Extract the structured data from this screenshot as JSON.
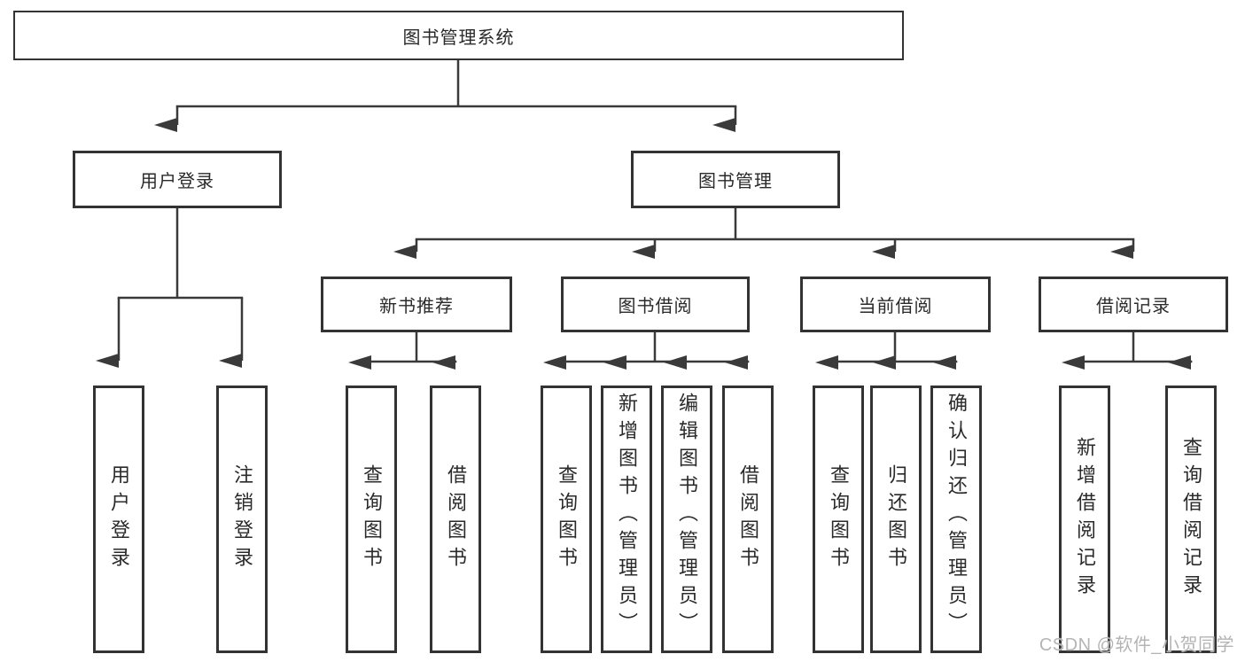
{
  "diagram": {
    "root": {
      "label": "图书管理系统"
    },
    "level2": [
      {
        "label": "用户登录"
      },
      {
        "label": "图书管理"
      }
    ],
    "level3": [
      {
        "label": "新书推荐"
      },
      {
        "label": "图书借阅"
      },
      {
        "label": "当前借阅"
      },
      {
        "label": "借阅记录"
      }
    ],
    "leaves": [
      {
        "label": "用户登录",
        "parent": "用户登录"
      },
      {
        "label": "注销登录",
        "parent": "用户登录"
      },
      {
        "label": "查询图书",
        "parent": "新书推荐"
      },
      {
        "label": "借阅图书",
        "parent": "新书推荐"
      },
      {
        "label": "查询图书",
        "parent": "图书借阅"
      },
      {
        "label": "新增图书（管理员）",
        "parent": "图书借阅"
      },
      {
        "label": "编辑图书（管理员）",
        "parent": "图书借阅"
      },
      {
        "label": "借阅图书",
        "parent": "图书借阅"
      },
      {
        "label": "查询图书",
        "parent": "当前借阅"
      },
      {
        "label": "归还图书",
        "parent": "当前借阅"
      },
      {
        "label": "确认归还（管理员）",
        "parent": "当前借阅"
      },
      {
        "label": "新增借阅记录",
        "parent": "借阅记录"
      },
      {
        "label": "查询借阅记录",
        "parent": "借阅记录"
      }
    ],
    "watermark": "CSDN @软件_小贺同学",
    "colors": {
      "line": "#3a3a3a",
      "box_border": "#333333",
      "text": "#2a2a2a",
      "watermark": "#b4b4b4",
      "background": "#ffffff"
    }
  }
}
